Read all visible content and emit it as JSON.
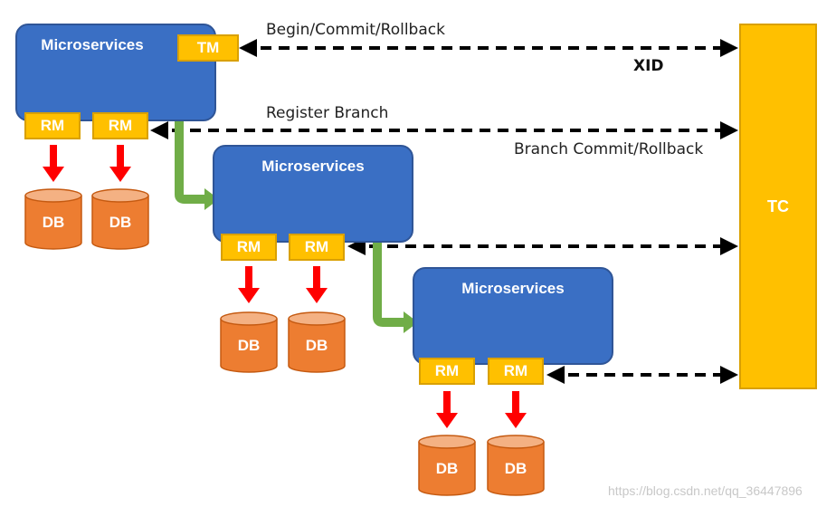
{
  "diagram": {
    "ms1": {
      "title": "Microservices",
      "tm": "TM",
      "rm_left": "RM",
      "rm_right": "RM",
      "db_left": "DB",
      "db_right": "DB"
    },
    "ms2": {
      "title": "Microservices",
      "rm_left": "RM",
      "rm_right": "RM",
      "db_left": "DB",
      "db_right": "DB"
    },
    "ms3": {
      "title": "Microservices",
      "rm_left": "RM",
      "rm_right": "RM",
      "db_left": "DB",
      "db_right": "DB"
    },
    "tc": "TC",
    "labels": {
      "begin": "Begin/Commit/Rollback",
      "xid": "XID",
      "register": "Register Branch",
      "branch_commit": "Branch Commit/Rollback"
    },
    "colors": {
      "microservice_fill": "#3a6fc4",
      "component_fill": "#ffc000",
      "db_fill": "#ed7d31",
      "down_arrow": "#ff0000",
      "call_arrow": "#70ad47",
      "dashed_arrow": "#000000"
    }
  },
  "watermark": "https://blog.csdn.net/qq_36447896"
}
